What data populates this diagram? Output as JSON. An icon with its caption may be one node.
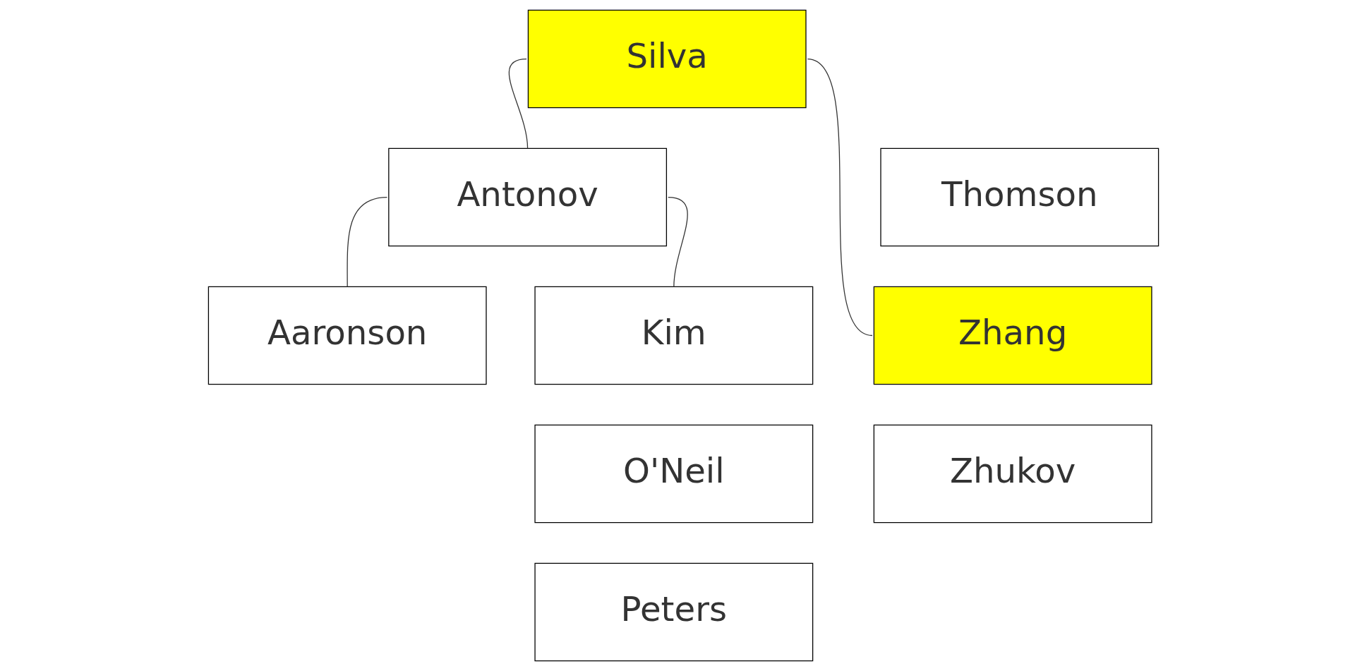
{
  "diagram": {
    "nodes": [
      {
        "text": [
          "Silva"
        ]
      },
      {
        "text": [
          "Antonov"
        ]
      },
      {
        "text": [
          "Aaronson"
        ]
      },
      {
        "text": [
          "Kim"
        ]
      },
      {
        "text": [
          "O'Neil"
        ]
      },
      {
        "text": [
          "Peters"
        ]
      },
      {
        "text": [
          "Thomson"
        ]
      },
      {
        "text": [
          "Zhang"
        ]
      },
      {
        "text": [
          "Zhukov"
        ]
      }
    ],
    "edges": [
      {
        "from": 0,
        "to": 1,
        "arrow": "none"
      },
      {
        "from": 0,
        "to": 7,
        "arrow": "none"
      },
      {
        "from": 1,
        "to": 2,
        "arrow": "none"
      },
      {
        "from": 1,
        "to": 3,
        "arrow": "none"
      }
    ]
  }
}
